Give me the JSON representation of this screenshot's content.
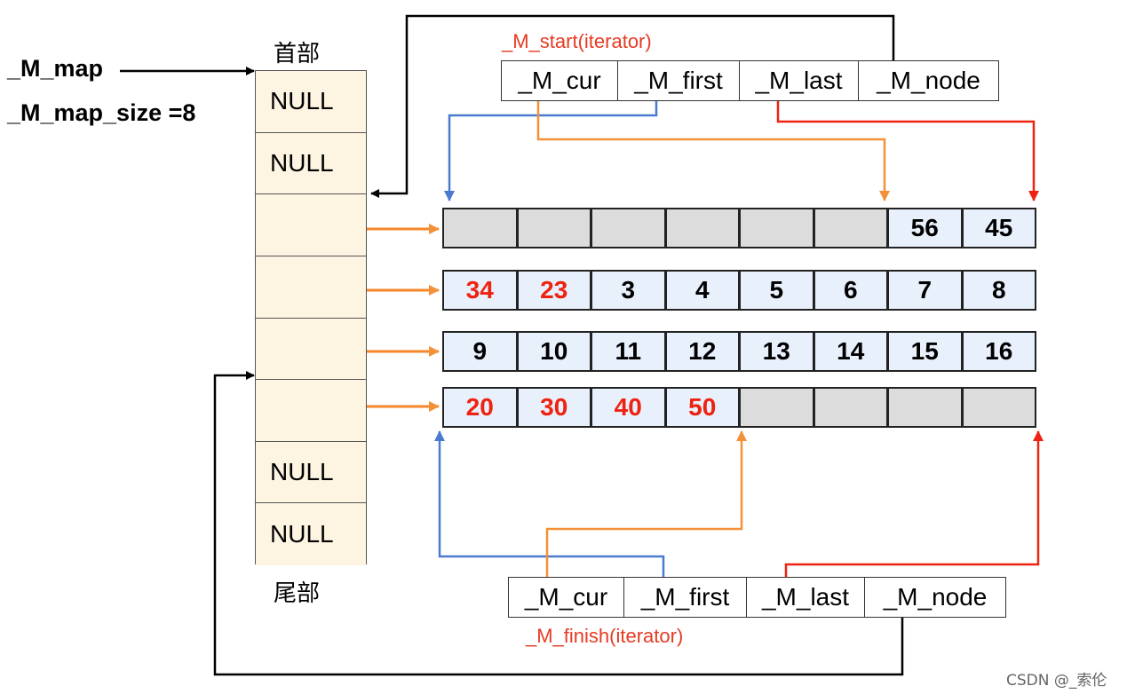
{
  "labels": {
    "map": "_M_map",
    "map_size": "_M_map_size =8",
    "head": "首部",
    "tail": "尾部",
    "start_title": "_M_start(iterator)",
    "finish_title": "_M_finish(iterator)",
    "watermark": "CSDN @_索伦"
  },
  "map_cells": [
    "NULL",
    "NULL",
    "",
    "",
    "",
    "",
    "NULL",
    "NULL"
  ],
  "iterator_fields": [
    "_M_cur",
    "_M_first",
    "_M_last",
    "_M_node"
  ],
  "buffers": [
    [
      {
        "text": "",
        "filled": false,
        "red": false
      },
      {
        "text": "",
        "filled": false,
        "red": false
      },
      {
        "text": "",
        "filled": false,
        "red": false
      },
      {
        "text": "",
        "filled": false,
        "red": false
      },
      {
        "text": "",
        "filled": false,
        "red": false
      },
      {
        "text": "",
        "filled": false,
        "red": false
      },
      {
        "text": "56",
        "filled": true,
        "red": false
      },
      {
        "text": "45",
        "filled": true,
        "red": false
      }
    ],
    [
      {
        "text": "34",
        "filled": true,
        "red": true
      },
      {
        "text": "23",
        "filled": true,
        "red": true
      },
      {
        "text": "3",
        "filled": true,
        "red": false
      },
      {
        "text": "4",
        "filled": true,
        "red": false
      },
      {
        "text": "5",
        "filled": true,
        "red": false
      },
      {
        "text": "6",
        "filled": true,
        "red": false
      },
      {
        "text": "7",
        "filled": true,
        "red": false
      },
      {
        "text": "8",
        "filled": true,
        "red": false
      }
    ],
    [
      {
        "text": "9",
        "filled": true,
        "red": false
      },
      {
        "text": "10",
        "filled": true,
        "red": false
      },
      {
        "text": "11",
        "filled": true,
        "red": false
      },
      {
        "text": "12",
        "filled": true,
        "red": false
      },
      {
        "text": "13",
        "filled": true,
        "red": false
      },
      {
        "text": "14",
        "filled": true,
        "red": false
      },
      {
        "text": "15",
        "filled": true,
        "red": false
      },
      {
        "text": "16",
        "filled": true,
        "red": false
      }
    ],
    [
      {
        "text": "20",
        "filled": true,
        "red": true
      },
      {
        "text": "30",
        "filled": true,
        "red": true
      },
      {
        "text": "40",
        "filled": true,
        "red": true
      },
      {
        "text": "50",
        "filled": true,
        "red": true
      },
      {
        "text": "",
        "filled": false,
        "red": false
      },
      {
        "text": "",
        "filled": false,
        "red": false
      },
      {
        "text": "",
        "filled": false,
        "red": false
      },
      {
        "text": "",
        "filled": false,
        "red": false
      }
    ]
  ],
  "colors": {
    "cur": "#f29138",
    "first": "#4a7bd0",
    "last": "#ee2211",
    "node": "#000000",
    "map_pointer": "#f5862a",
    "red_value": "#ee2211"
  }
}
